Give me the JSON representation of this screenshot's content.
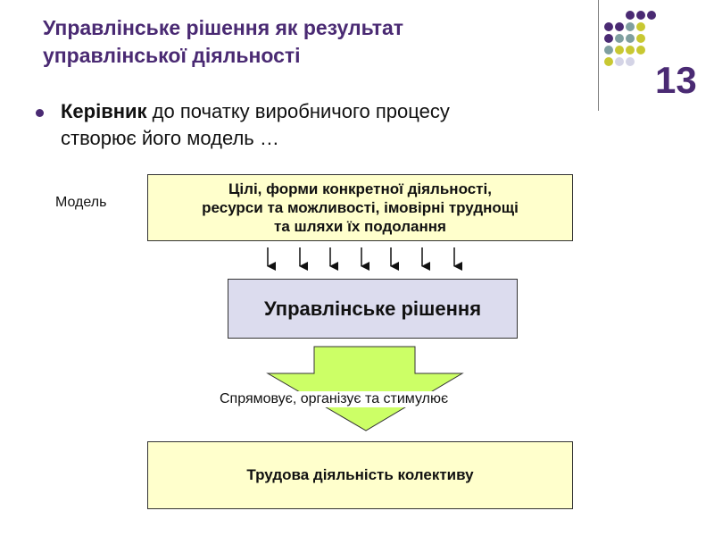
{
  "title": {
    "line1": "Управлінське рішення як результат",
    "line2": "управлінської діяльності"
  },
  "slide_number": "13",
  "bullet": {
    "bold": "Керівник",
    "rest": " до початку виробничого процесу створює його модель …"
  },
  "diagram": {
    "model_label": "Модель",
    "top_box": [
      "Цілі, форми конкретної діяльності,",
      "ресурси та можливості, імовірні труднощі",
      "та шляхи їх подолання"
    ],
    "middle_box": "Управлінське рішення",
    "arrow_label": "Спрямовує, організує та стимулює",
    "bottom_box": "Трудова діяльність колективу"
  },
  "colors": {
    "title": "#4a2a73",
    "dot_purple": "#4a2a73",
    "dot_teal": "#7f9fa0",
    "dot_yellow": "#c8c832",
    "dot_lavender": "#d4d4e6",
    "box_yellow": "#ffffcc",
    "box_lavender": "#dcdcee",
    "big_arrow": "#ccff66"
  }
}
